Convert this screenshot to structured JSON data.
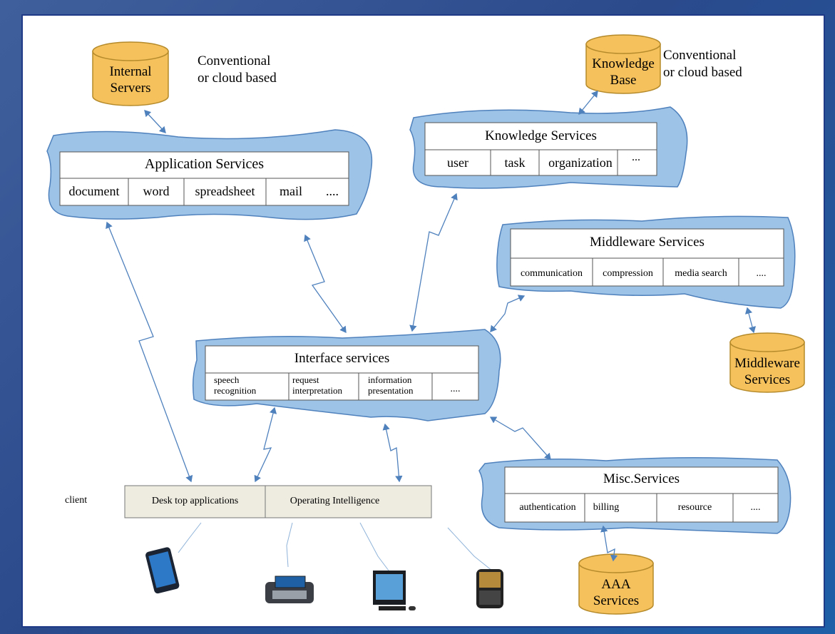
{
  "colors": {
    "cloud_fill": "#9dc3e6",
    "cloud_stroke": "#4f81bd",
    "db_fill": "#f4c15d",
    "db_stroke": "#b58a2a",
    "client_fill": "#eeece1",
    "arrow": "#4f81bd",
    "frame_border": "#1f3a86"
  },
  "databases": {
    "internal_servers": {
      "line1": "Internal",
      "line2": "Servers",
      "note_line1": "Conventional",
      "note_line2": "or cloud based"
    },
    "knowledge_base": {
      "line1": "Knowledge",
      "line2": "Base",
      "note_line1": "Conventional",
      "note_line2": "or cloud based"
    },
    "middleware": {
      "line1": "Middleware",
      "line2": "Services"
    },
    "aaa": {
      "line1": "AAA",
      "line2": "Services"
    }
  },
  "services": {
    "application": {
      "title": "Application Services",
      "cells": [
        "document",
        "word",
        "spreadsheet",
        "mail",
        "...."
      ]
    },
    "knowledge": {
      "title": "Knowledge Services",
      "cells": [
        "user",
        "task",
        "organization",
        "..."
      ]
    },
    "middleware": {
      "title": "Middleware Services",
      "cells": [
        "communication",
        "compression",
        "media search",
        "...."
      ]
    },
    "interface": {
      "title": "Interface services",
      "cells": [
        {
          "line1": "speech",
          "line2": "recognition"
        },
        {
          "line1": "request",
          "line2": "interpretation"
        },
        {
          "line1": "information",
          "line2": "presentation"
        },
        {
          "line1": "....",
          "line2": ""
        }
      ]
    },
    "misc": {
      "title": "Misc.Services",
      "cells": [
        "authentication",
        "billing",
        "resource",
        "...."
      ]
    }
  },
  "client": {
    "label": "client",
    "cells": [
      "Desk top applications",
      "Operating  Intelligence"
    ]
  },
  "devices": [
    "smartphone-icon",
    "handheld-keyboard-icon",
    "desktop-computer-icon",
    "blackberry-phone-icon"
  ]
}
